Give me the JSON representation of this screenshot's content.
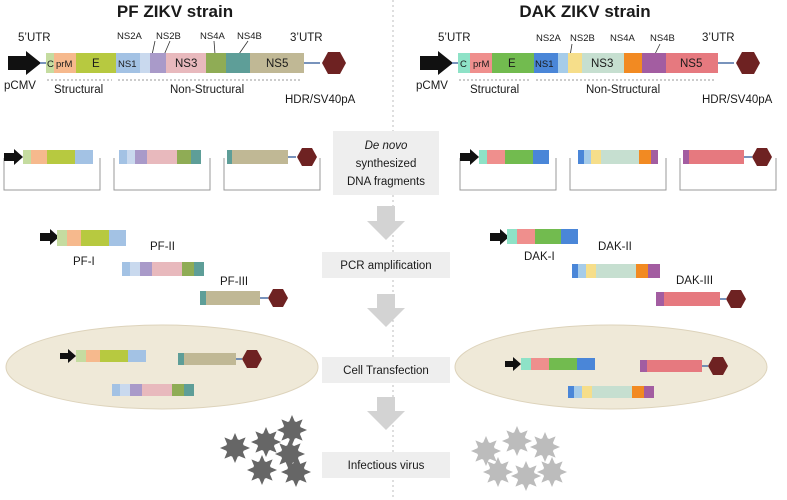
{
  "left": {
    "title": "PF ZIKV strain",
    "utr5": "5’UTR",
    "utr3": "3’UTR",
    "promoter": "pCMV",
    "terminator": "HDR/SV40pA",
    "genes": {
      "c": "C",
      "prm": "prM",
      "e": "E",
      "ns1": "NS1",
      "ns2a": "NS2A",
      "ns2b": "NS2B",
      "ns3": "NS3",
      "ns4a": "NS4A",
      "ns4b": "NS4B",
      "ns5": "NS5"
    },
    "structural": "Structural",
    "nonstructural": "Non-Structural",
    "fragments": [
      "PF-I",
      "PF-II",
      "PF-III"
    ]
  },
  "right": {
    "title": "DAK ZIKV strain",
    "utr5": "5’UTR",
    "utr3": "3’UTR",
    "promoter": "pCMV",
    "terminator": "HDR/SV40pA",
    "genes": {
      "c": "C",
      "prm": "prM",
      "e": "E",
      "ns1": "NS1",
      "ns2a": "NS2A",
      "ns2b": "NS2B",
      "ns3": "NS3",
      "ns4a": "NS4A",
      "ns4b": "NS4B",
      "ns5": "NS5"
    },
    "structural": "Structural",
    "nonstructural": "Non-Structural",
    "fragments": [
      "DAK-I",
      "DAK-II",
      "DAK-III"
    ]
  },
  "steps": {
    "denovo_italic": "De novo",
    "denovo_line2": "synthesized",
    "denovo_line3": "DNA fragments",
    "pcr": "PCR amplification",
    "transfection": "Cell Transfection",
    "virus": "Infectious virus"
  },
  "colors": {
    "pf_c": "#c5dca0",
    "pf_prm": "#f6b98d",
    "pf_e": "#b7c940",
    "pf_ns1": "#a3c2e4",
    "pf_ns2a": "#c9d9ee",
    "pf_ns2b": "#a99ac9",
    "pf_ns3": "#e8b9bd",
    "pf_ns4a": "#8fac55",
    "pf_ns4b": "#5e9e98",
    "pf_ns5": "#c0b895",
    "dak_c": "#8ee2c7",
    "dak_prm": "#ef8f8d",
    "dak_e": "#72bb4f",
    "dak_ns1": "#4a86d8",
    "dak_ns2a": "#a6cce9",
    "dak_ns2b": "#f6de8a",
    "dak_ns3": "#c6dfd0",
    "dak_ns4a": "#f28a22",
    "dak_ns4b": "#a35da1",
    "dak_ns5": "#e6797f",
    "hexagon": "#6e2222",
    "virus_dark": "#666666",
    "virus_light": "#bcbcbc",
    "step_box": "#eeeeee",
    "cell": "#efe9d8",
    "arrow_down": "#d3d3d3"
  }
}
